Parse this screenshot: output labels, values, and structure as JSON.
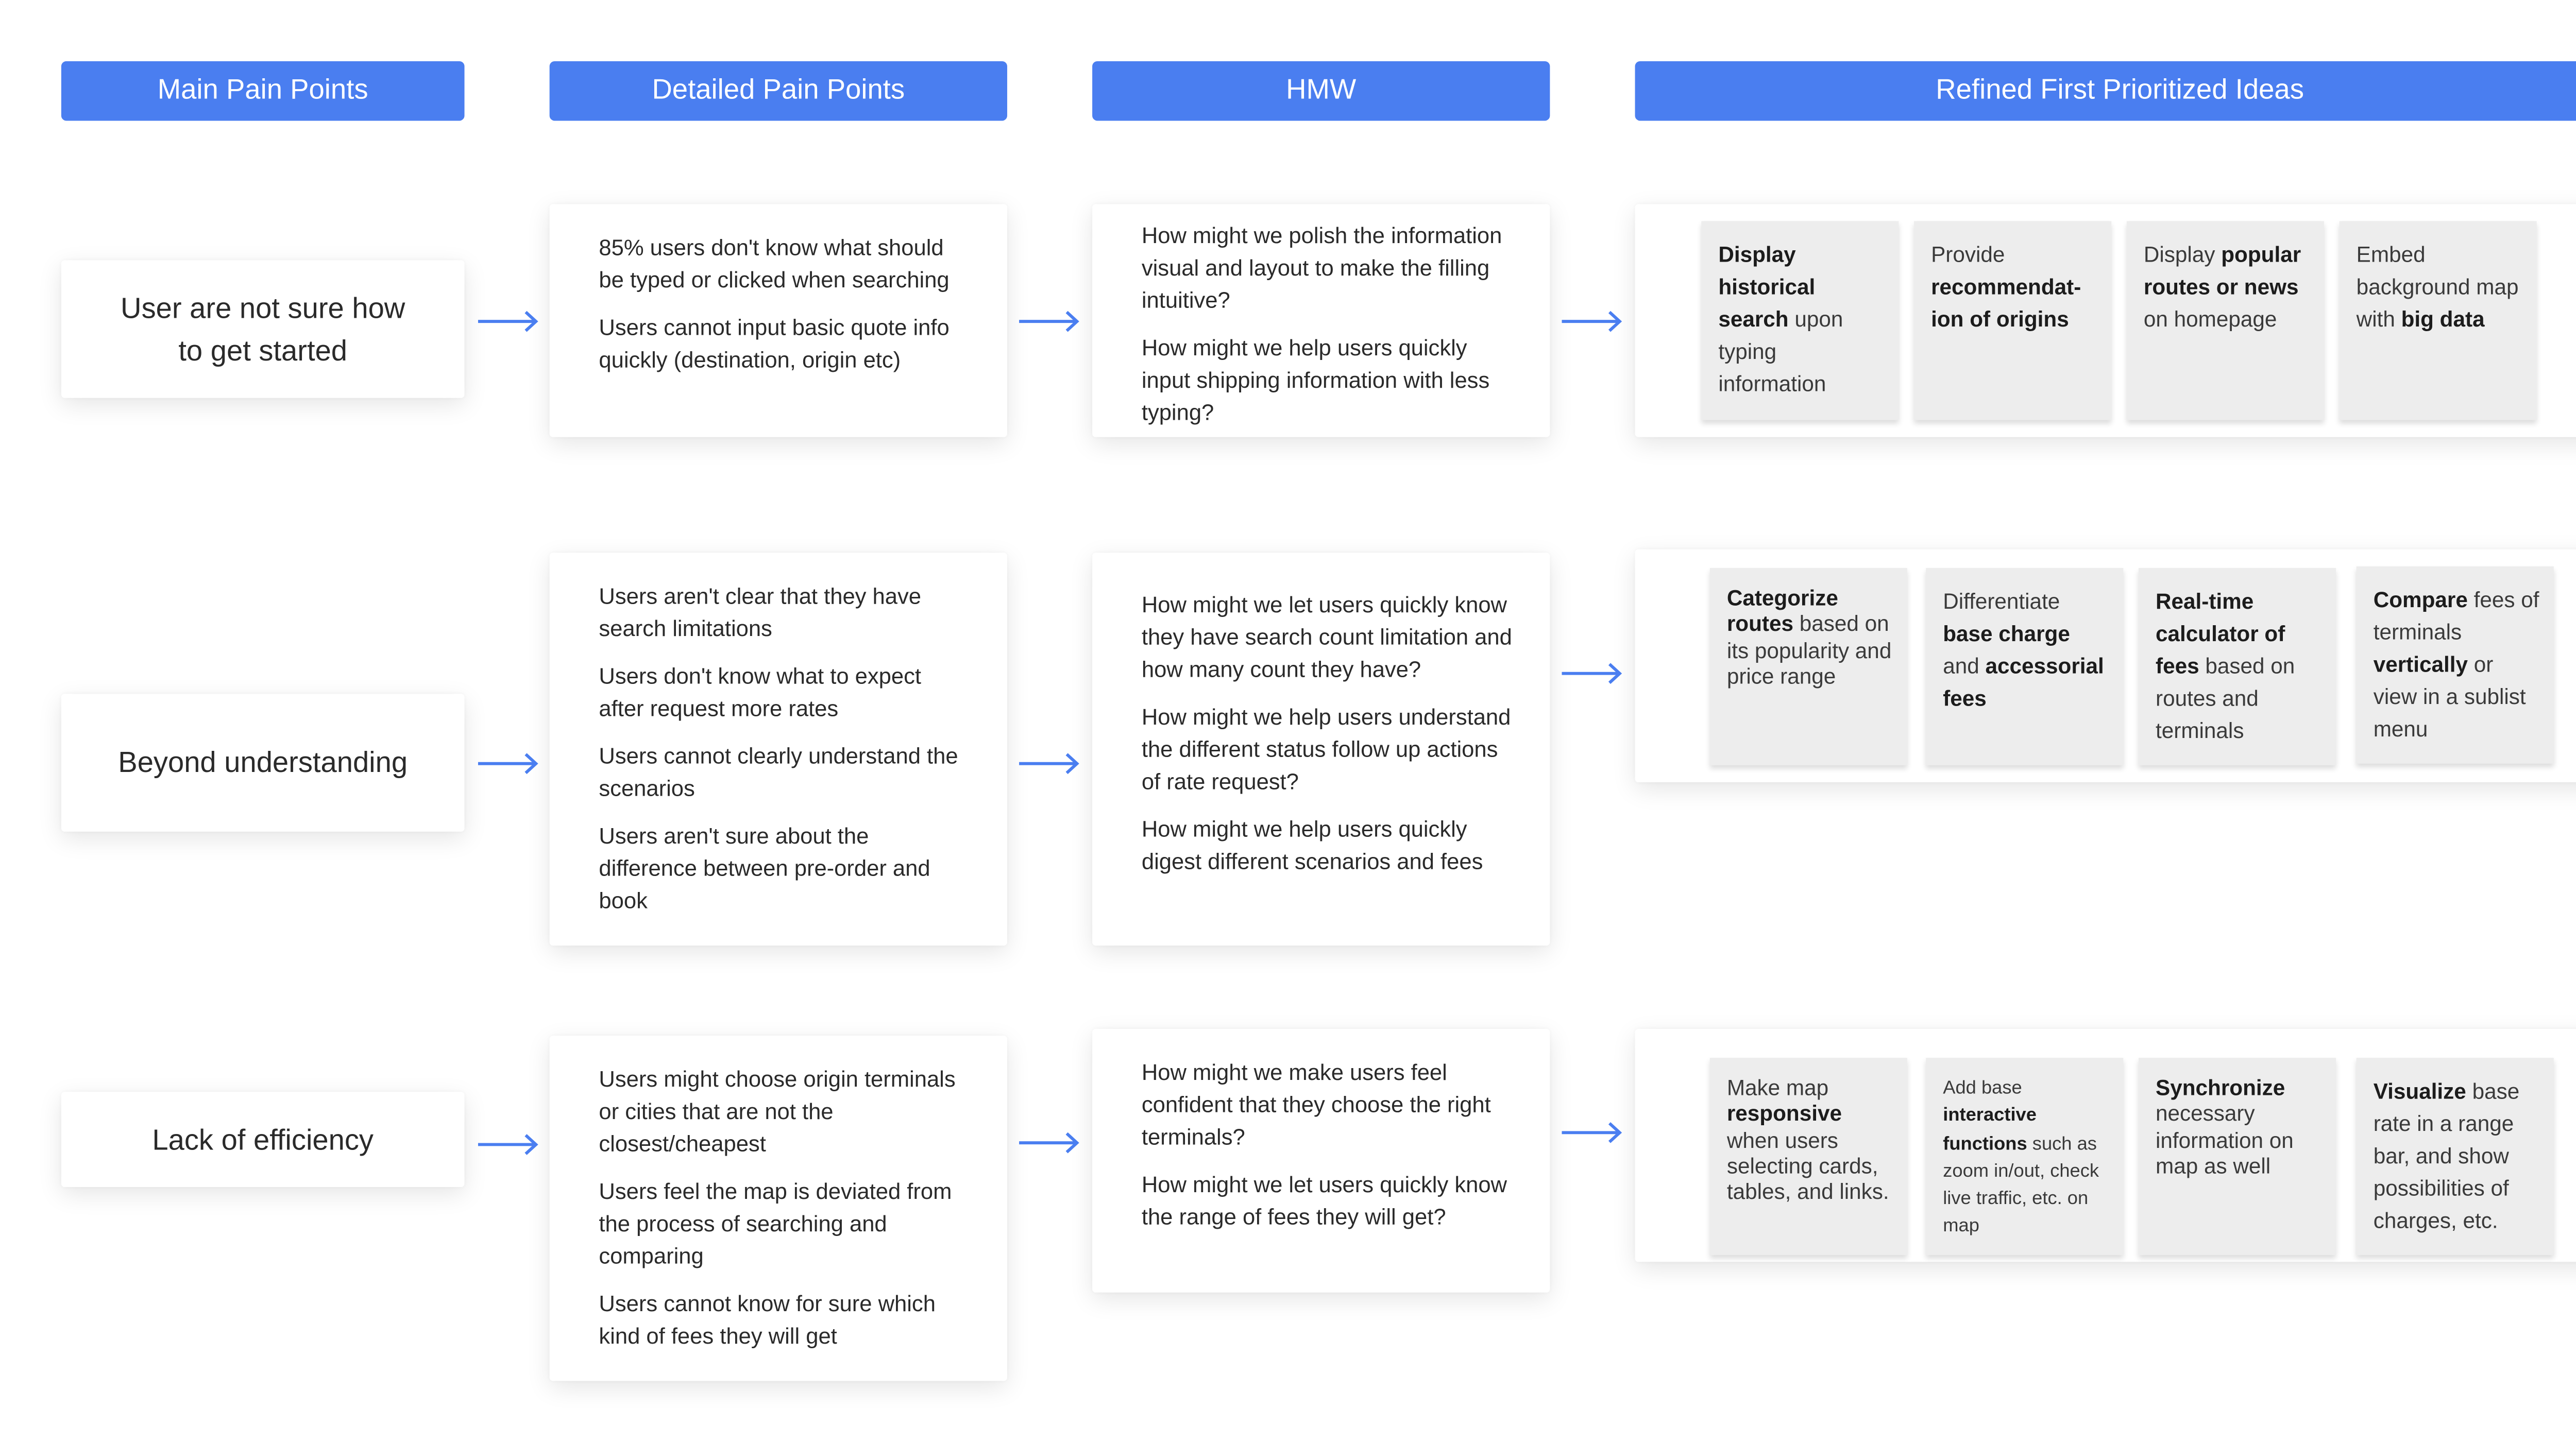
{
  "headers": {
    "main": "Main Pain Points",
    "detailed": "Detailed Pain Points",
    "hmw": "HMW",
    "ideas": "Refined First Prioritized Ideas"
  },
  "colors": {
    "header_bg": "#4a7ef0",
    "arrow": "#4a7ef0",
    "sticky_bg": "#ededed"
  },
  "rows": [
    {
      "main": "User are not sure how to get started",
      "details": [
        "85% users don't know what should be typed or clicked when searching",
        "Users cannot input basic quote info quickly (destination, origin etc)"
      ],
      "hmw": [
        "How might we polish the information visual and layout to make the filling intuitive?",
        "How might we help users quickly input shipping information with less typing?"
      ],
      "ideas": [
        [
          {
            "t": "Display historical search",
            "b": true
          },
          {
            "t": " upon typing information",
            "b": false
          }
        ],
        [
          {
            "t": "Provide ",
            "b": false
          },
          {
            "t": "recommendat-ion of origins",
            "b": true
          }
        ],
        [
          {
            "t": "Display ",
            "b": false
          },
          {
            "t": "popular routes or news",
            "b": true
          },
          {
            "t": " on homepage",
            "b": false
          }
        ],
        [
          {
            "t": "Embed background map with ",
            "b": false
          },
          {
            "t": "big data",
            "b": true
          }
        ]
      ]
    },
    {
      "main": "Beyond understanding",
      "details": [
        "Users aren't clear that they have search limitations",
        "Users don't know what to expect after request more rates",
        "Users cannot clearly understand the scenarios",
        "Users aren't sure about the difference between pre-order and book"
      ],
      "hmw": [
        "How might we let users quickly know they have search count limitation and how many count they have?",
        "How might we help users understand the different status follow up actions of rate request?",
        "How might we help users quickly digest different scenarios and fees"
      ],
      "ideas": [
        [
          {
            "t": "Categorize routes",
            "b": true
          },
          {
            "t": " based on its popularity and price range",
            "b": false
          }
        ],
        [
          {
            "t": "Differentiate ",
            "b": false
          },
          {
            "t": "base charge",
            "b": true
          },
          {
            "t": " and ",
            "b": false
          },
          {
            "t": "accessorial fees",
            "b": true
          }
        ],
        [
          {
            "t": "Real-time calculator of fees",
            "b": true
          },
          {
            "t": " based on routes and terminals",
            "b": false
          }
        ],
        [
          {
            "t": "Compare",
            "b": true
          },
          {
            "t": " fees of terminals ",
            "b": false
          },
          {
            "t": "vertically",
            "b": true
          },
          {
            "t": " or view in a sublist menu",
            "b": false
          }
        ]
      ]
    },
    {
      "main": "Lack of efficiency",
      "details": [
        "Users might choose origin terminals or cities that are not the closest/cheapest",
        "Users feel the map is deviated from the process of searching and comparing",
        "Users cannot know for sure which kind of fees they will get"
      ],
      "hmw": [
        "How might we make users feel confident that they choose the right terminals?",
        "How might we let users quickly know the range of fees they will get?"
      ],
      "ideas": [
        [
          {
            "t": "Make map ",
            "b": false
          },
          {
            "t": "responsive",
            "b": true
          },
          {
            "t": " when users selecting cards, tables, and links.",
            "b": false
          }
        ],
        [
          {
            "t": "Add base ",
            "b": false
          },
          {
            "t": "interactive functions",
            "b": true
          },
          {
            "t": " such as zoom in/out, check live traffic, etc. on map",
            "b": false
          }
        ],
        [
          {
            "t": "Synchronize",
            "b": true
          },
          {
            "t": " necessary information on map as well",
            "b": false
          }
        ],
        [
          {
            "t": "Visualize",
            "b": true
          },
          {
            "t": " base rate in a range bar, and show possibilities of charges, etc.",
            "b": false
          }
        ]
      ]
    }
  ]
}
